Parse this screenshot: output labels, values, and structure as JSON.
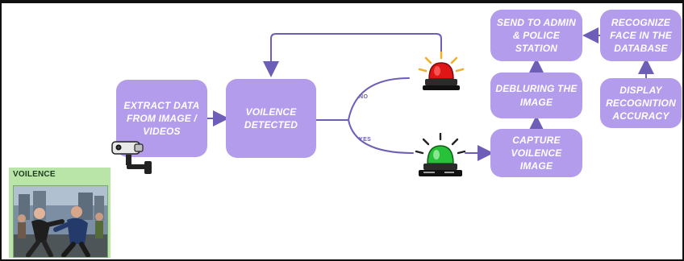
{
  "nodes": {
    "extract": "EXTRACT DATA\nFROM IMAGE /\nVIDEOS",
    "detected": "VOILENCE\nDETECTED",
    "send": "SEND TO ADMIN\n& POLICE\nSTATION",
    "recognize": "RECOGNIZE\nFACE IN THE\nDATABASE",
    "deblur": "DEBLURING THE\nIMAGE",
    "display": "DISPLAY\nRECOGNITION\nACCURACY",
    "capture": "CAPTURE\nVOILENCE\nIMAGE"
  },
  "branches": {
    "no": "NO",
    "yes": "YES"
  },
  "thumbnail": {
    "label": "VOILENCE"
  },
  "icons": {
    "camera": "cctv-camera-icon",
    "alarm_red": "red-alarm-siren-icon",
    "alarm_green": "green-alarm-siren-icon"
  },
  "colors": {
    "node": "#b39ceb",
    "arrow": "#6f5eb8",
    "thumb_bg": "#b9e6a8"
  }
}
